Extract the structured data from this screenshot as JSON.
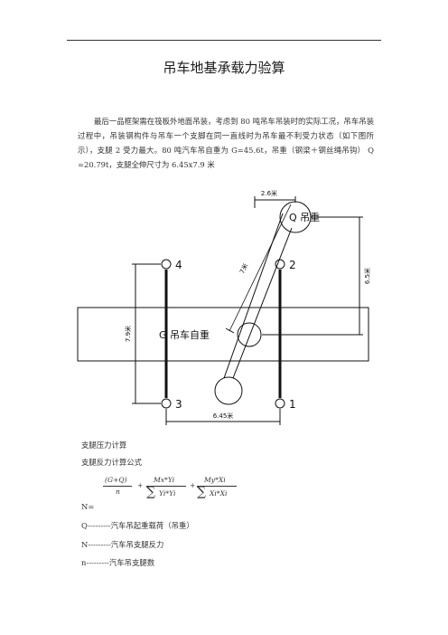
{
  "title": "吊车地基承载力验算",
  "intro": "最后一品框架需在筏板外地面吊装，考虑到 80 吨吊车吊装时的实际工况，吊车吊装过程中，吊装钢构件与吊车一个支脚在同一直线时为吊车最不利受力状态（如下图所示），支腿 2 受力最大。80 吨汽车吊自重为 G=45.6t，吊重（钢梁＋钢丝绳吊钩） Q =20.79t，支腿全伸尺寸为 6.45x7.9 米",
  "diagram": {
    "dim_top": "2.6米",
    "dim_right": "6.5米",
    "dim_left": "7.9米",
    "dim_bottom": "6.45米",
    "dim_diag": "7米",
    "q_label": "Q 吊重",
    "g_label": "G 吊车自重",
    "leg_4": "4",
    "leg_2": "2",
    "leg_3": "3",
    "leg_1": "1"
  },
  "sections": {
    "calc": "支腿压力计算",
    "formula_title": "支腿反力计算公式"
  },
  "formula": {
    "t1_num": "(G+Q)",
    "t1_den": "n",
    "plus1": "+",
    "t2_num": "Mx*Yi",
    "t2_den": "Yi*Yi",
    "plus2": "+",
    "t3_num": "My*Xi",
    "t3_den": "Xi*Xi",
    "sigma": "∑",
    "lhs": "N="
  },
  "definitions": [
    "Q---------汽车吊起重载荷（吊重）",
    "N---------汽车吊支腿反力",
    "n---------汽车吊支腿数"
  ]
}
